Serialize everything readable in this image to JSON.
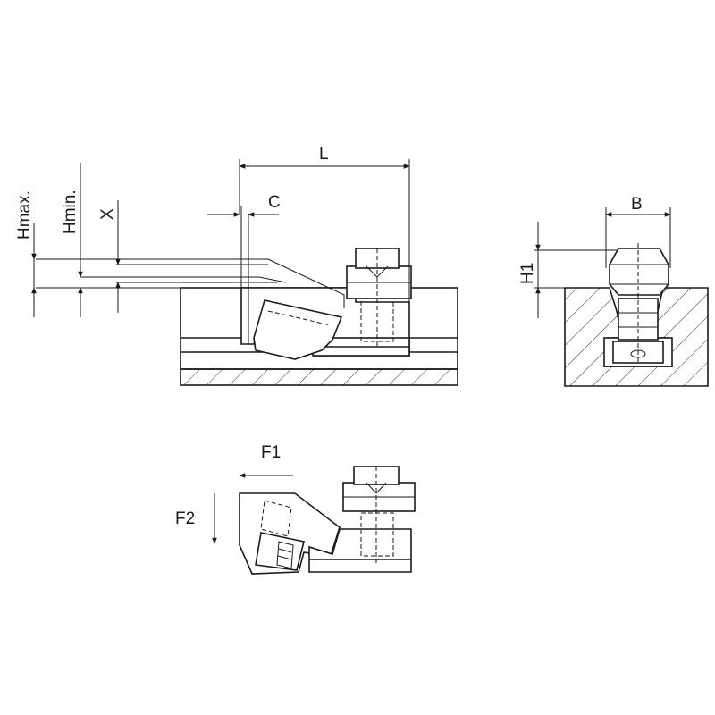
{
  "labels": {
    "h_max": "Hmax.",
    "h_min": "Hmin.",
    "x": "X",
    "c": "C",
    "l": "L",
    "b": "B",
    "h1": "H1",
    "f1": "F1",
    "f2": "F2"
  }
}
